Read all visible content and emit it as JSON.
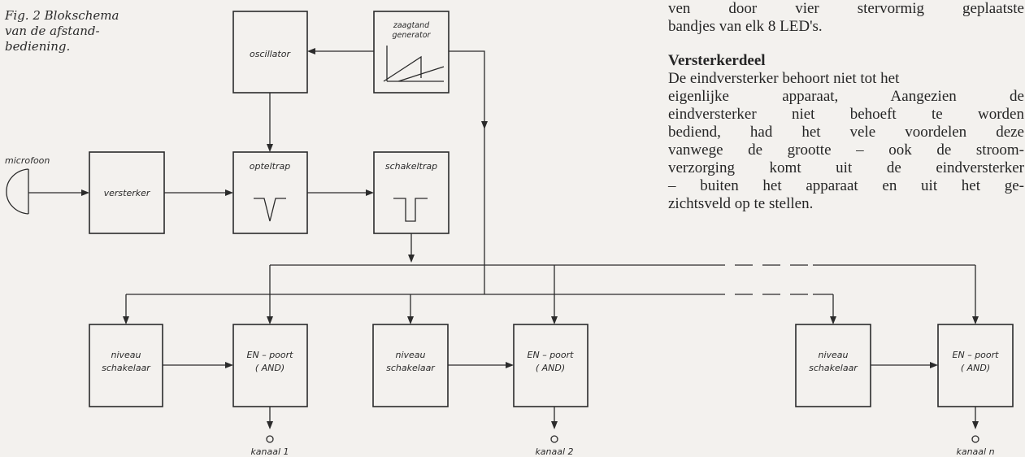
{
  "caption": {
    "line1": "Fig. 2 Blokschema",
    "line2": "van de afstand-",
    "line3": "bediening."
  },
  "article": {
    "line1": "ven door vier stervormig geplaatste",
    "line2": "bandjes van elk 8 LED's.",
    "heading": "Versterkerdeel",
    "body1": "De eindversterker behoort niet tot het",
    "body2": "eigenlijke apparaat, Aangezien de",
    "body3": "eindversterker niet behoeft te worden",
    "body4": "bediend, had het vele voordelen deze",
    "body5": "vanwege de grootte – ook de stroom-",
    "body6": "verzorging komt uit de eindversterker",
    "body7": "– buiten het apparaat en uit het ge-",
    "body8": "zichtsveld op te stellen."
  },
  "diagram": {
    "microphone_label": "microfoon",
    "zaagtand_line1": "zaagtand",
    "zaagtand_line2": "generator",
    "oscillator": "oscillator",
    "versterker": "versterker",
    "opteltrap": "opteltrap",
    "schakeltrap": "schakeltrap",
    "niveau_line1": "niveau",
    "niveau_line2": "schakelaar",
    "en_line1": "EN – poort",
    "en_line2": "( AND)",
    "kanaal1": "kanaal 1",
    "kanaal2": "kanaal 2",
    "kanaaln": "kanaal n"
  }
}
